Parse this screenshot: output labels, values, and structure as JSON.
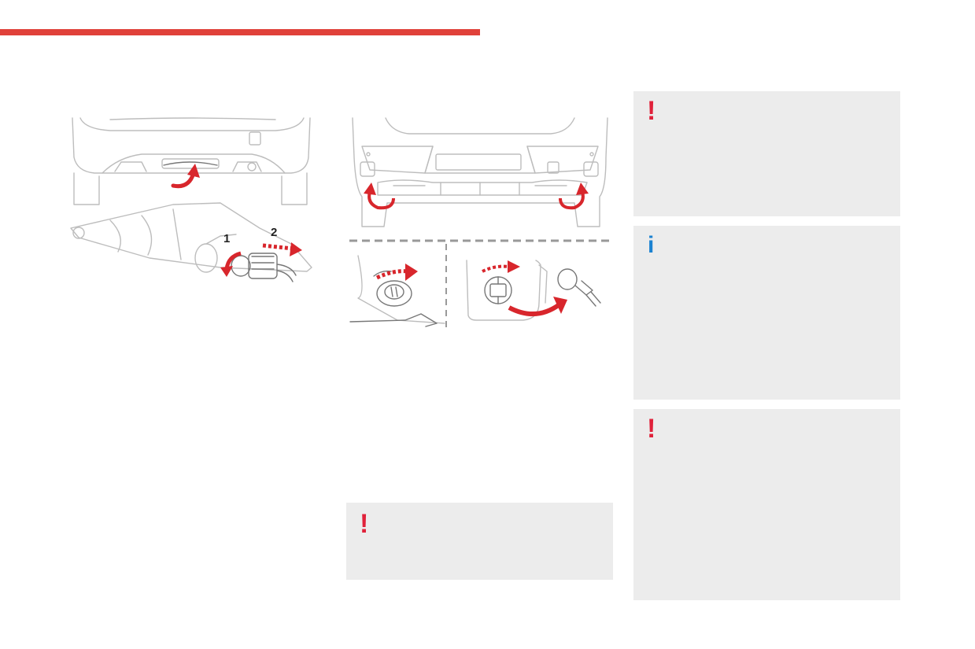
{
  "colors": {
    "accent": "#e0413a",
    "arrow": "#d8262c",
    "warning_icon": "#e0213a",
    "info_icon": "#1b82d1",
    "panel_bg": "#ececec",
    "line": "#bdbdbd"
  },
  "figure1": {
    "step1_label": "1",
    "step2_label": "2"
  },
  "panels": {
    "warning_top": {
      "icon": "!",
      "icon_name": "warning-icon"
    },
    "info": {
      "icon": "i",
      "icon_name": "info-icon"
    },
    "warning_bottom": {
      "icon": "!",
      "icon_name": "warning-icon"
    },
    "warning_middle": {
      "icon": "!",
      "icon_name": "warning-icon"
    }
  }
}
